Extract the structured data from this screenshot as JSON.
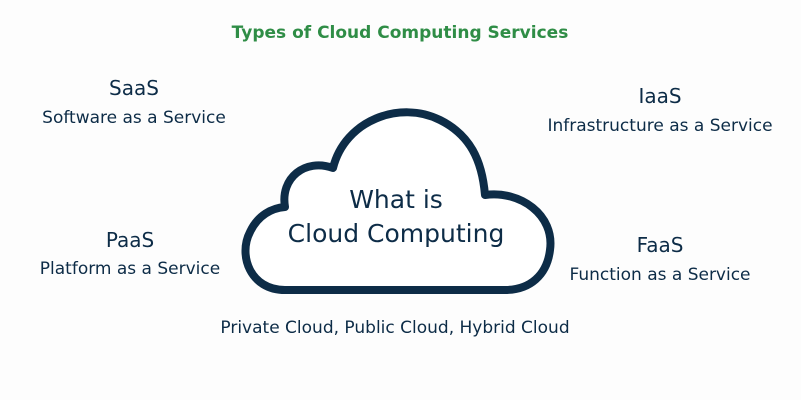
{
  "title": "Types of Cloud Computing Services",
  "center": {
    "line1": "What is",
    "line2": "Cloud Computing"
  },
  "services": [
    {
      "abbr": "SaaS",
      "name": "Software as a Service"
    },
    {
      "abbr": "IaaS",
      "name": "Infrastructure as a Service"
    },
    {
      "abbr": "PaaS",
      "name": "Platform as a Service"
    },
    {
      "abbr": "FaaS",
      "name": "Function as a Service"
    }
  ],
  "deployment": "Private Cloud, Public Cloud, Hybrid Cloud",
  "colors": {
    "text": "#0d2c47",
    "title": "#2f8d46"
  }
}
